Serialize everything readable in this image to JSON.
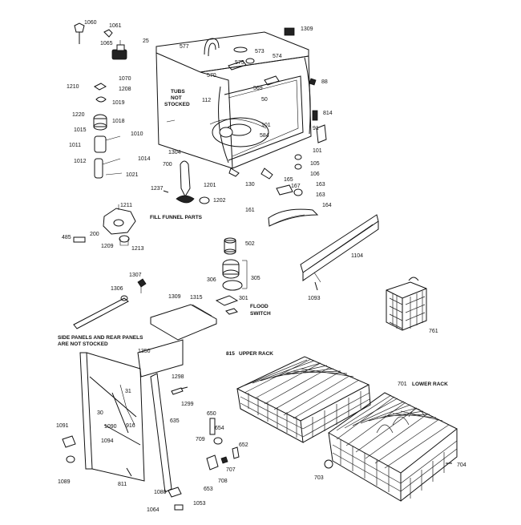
{
  "captions": {
    "tubs_not_stocked": [
      "TUBS",
      "NOT",
      "STOCKED"
    ],
    "fill_funnel_parts": "FILL FUNNEL PARTS",
    "flood_switch": [
      "FLOOD",
      "SWITCH"
    ],
    "side_panels": [
      "SIDE PANELS AND REAR PANELS",
      "ARE NOT STOCKED"
    ],
    "upper_rack": "UPPER RACK",
    "lower_rack": "LOWER RACK"
  },
  "parts": {
    "p1060": "1060",
    "p1061": "1061",
    "p1065": "1065",
    "p25": "25",
    "p577": "577",
    "p1309": "1309",
    "p573": "573",
    "p575": "575",
    "p574": "574",
    "p570": "570",
    "p1210": "1210",
    "p1070": "1070",
    "p1208": "1208",
    "p1019": "1019",
    "p569": "569",
    "p50": "50",
    "p88": "88",
    "p1220": "1220",
    "p1018": "1018",
    "p112": "112",
    "p814": "814",
    "p1015": "1015",
    "p1010": "1010",
    "p101": "101",
    "p584": "584",
    "p91": "91",
    "p1011": "1011",
    "p1304": "1304",
    "p1012": "1012",
    "p1014": "1014",
    "p700": "700",
    "p1021": "1021",
    "p101b": "101",
    "p105": "105",
    "p106": "106",
    "p1237": "1237",
    "p1201": "1201",
    "p1202": "1202",
    "p130": "130",
    "p167": "167",
    "p163": "163",
    "p165": "165",
    "p164": "164",
    "p1211": "1211",
    "p161": "161",
    "p200": "200",
    "p485": "485",
    "p1209": "1209",
    "p1213": "1213",
    "p502": "502",
    "p1104": "1104",
    "p1307": "1307",
    "p306": "306",
    "p305": "305",
    "p1306": "1306",
    "p1093": "1093",
    "p301": "301",
    "p1309b": "1309",
    "p1315": "1315",
    "p761": "761",
    "p1350": "1350",
    "p815": "815",
    "p1298": "1298",
    "p1299": "1299",
    "p701": "701",
    "p635": "635",
    "p30": "30",
    "p1091": "1091",
    "p1090": "1090",
    "p916": "916",
    "p1094": "1094",
    "p650": "650",
    "p654": "654",
    "p709": "709",
    "p652": "652",
    "p707": "707",
    "p708": "708",
    "p1089": "1089",
    "p811": "811",
    "p653": "653",
    "p1080": "1080",
    "p703": "703",
    "p704": "704",
    "p1064": "1064",
    "p1053": "1053",
    "p31": "31"
  }
}
